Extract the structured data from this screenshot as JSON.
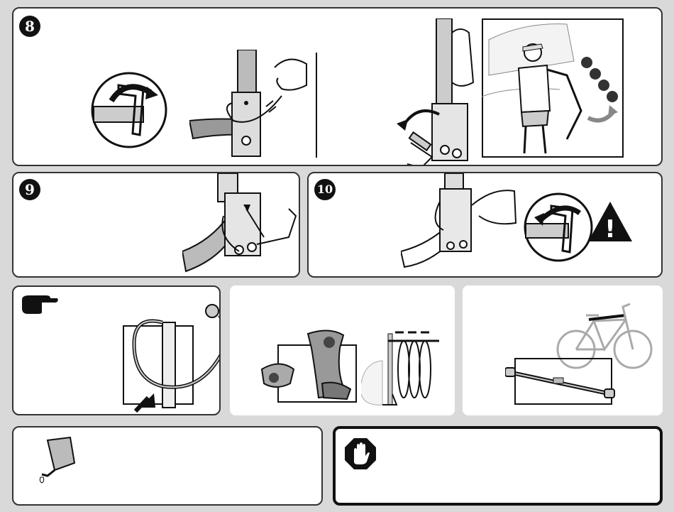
{
  "steps": [
    {
      "number": "8"
    },
    {
      "number": "9"
    },
    {
      "number": "10"
    }
  ],
  "icons": {
    "pointing_hand": "pointing-hand-icon",
    "warning": "warning-triangle-icon",
    "stop_hand": "stop-hand-icon",
    "oil_can": "oil-can-icon"
  },
  "warning_symbol": "!"
}
